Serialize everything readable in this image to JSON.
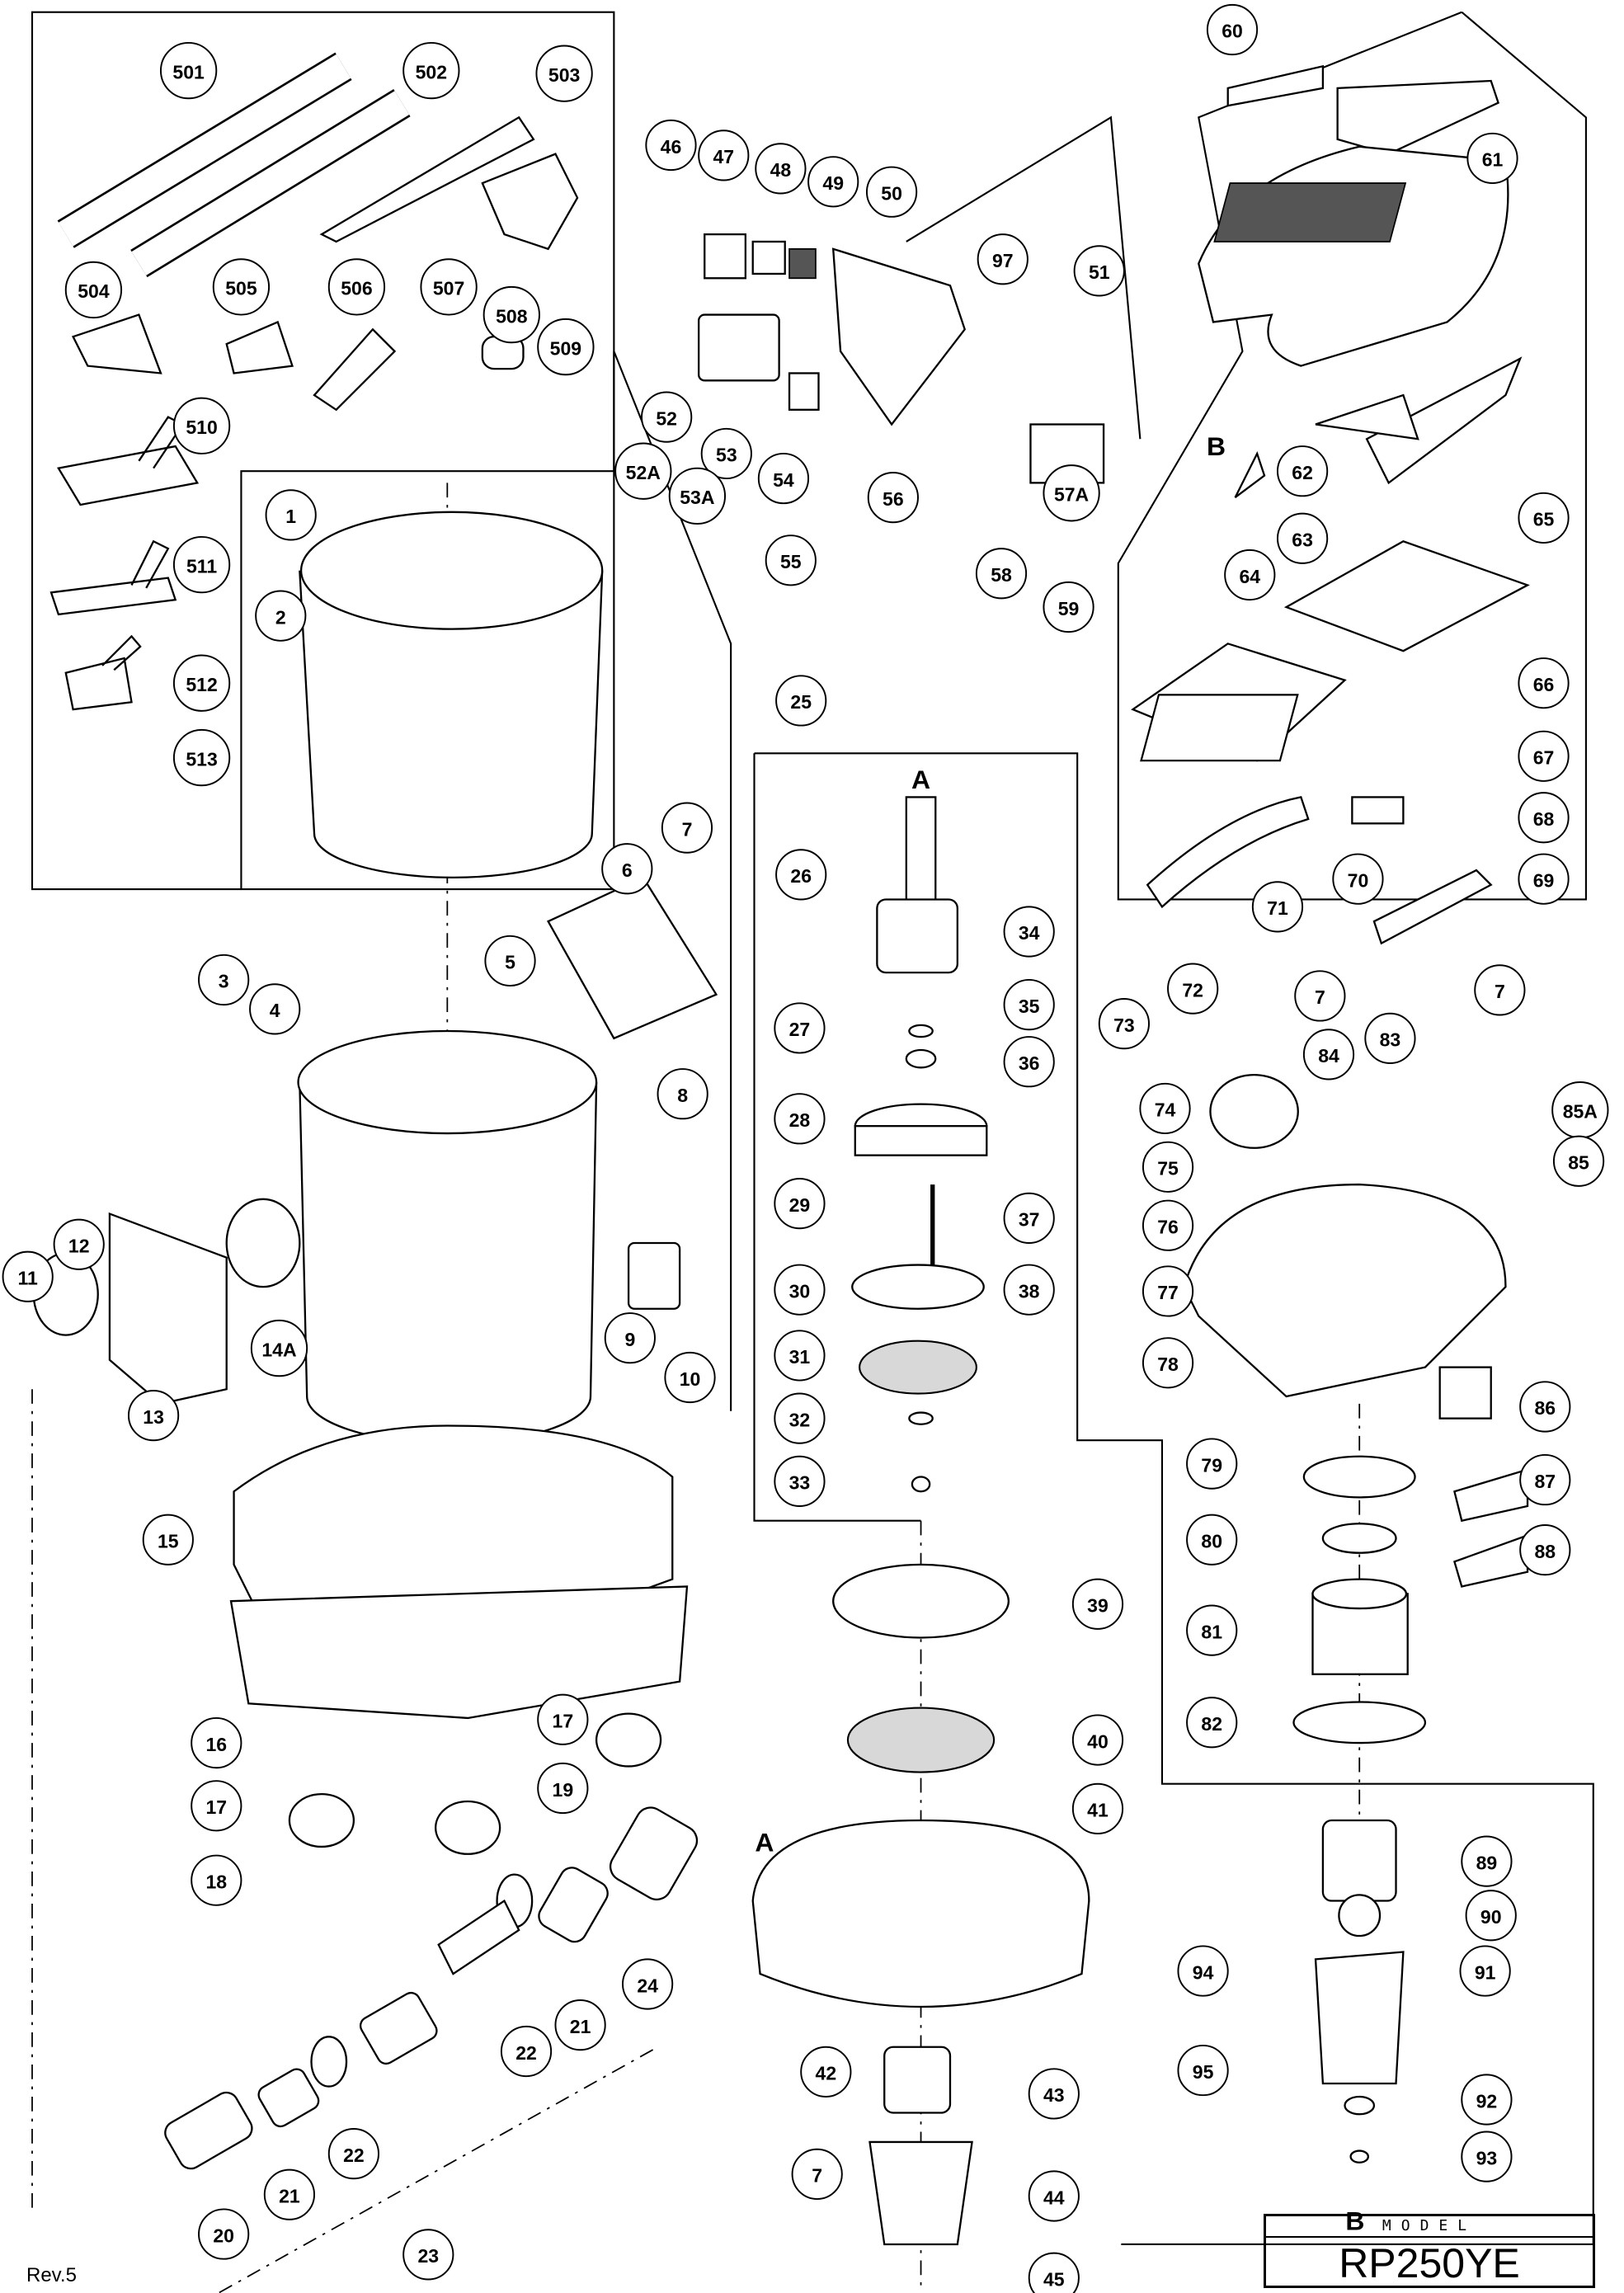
{
  "diagram": {
    "model_header": "MODEL",
    "model_name": "RP250YE",
    "revision": "Rev.5",
    "section_markers": [
      "A",
      "B",
      "A",
      "B"
    ],
    "part_callouts": [
      "501",
      "502",
      "503",
      "504",
      "505",
      "506",
      "507",
      "508",
      "509",
      "510",
      "511",
      "512",
      "513",
      "1",
      "2",
      "3",
      "4",
      "5",
      "6",
      "7",
      "8",
      "9",
      "10",
      "11",
      "12",
      "13",
      "14A",
      "15",
      "16",
      "17",
      "17",
      "18",
      "19",
      "20",
      "21",
      "22",
      "21",
      "22",
      "23",
      "24",
      "46",
      "47",
      "48",
      "49",
      "50",
      "97",
      "51",
      "52",
      "52A",
      "53",
      "53A",
      "54",
      "56",
      "55",
      "57A",
      "58",
      "25",
      "26",
      "34",
      "27",
      "35",
      "36",
      "28",
      "29",
      "37",
      "38",
      "30",
      "31",
      "32",
      "33",
      "39",
      "40",
      "41",
      "42",
      "43",
      "7",
      "44",
      "45",
      "60",
      "61",
      "62",
      "63",
      "65",
      "59",
      "64",
      "66",
      "67",
      "68",
      "71",
      "70",
      "69",
      "72",
      "7",
      "7",
      "73",
      "83",
      "84",
      "85A",
      "85",
      "74",
      "75",
      "76",
      "77",
      "78",
      "86",
      "79",
      "87",
      "80",
      "88",
      "81",
      "82",
      "89",
      "90",
      "94",
      "91",
      "95",
      "92",
      "93"
    ]
  }
}
